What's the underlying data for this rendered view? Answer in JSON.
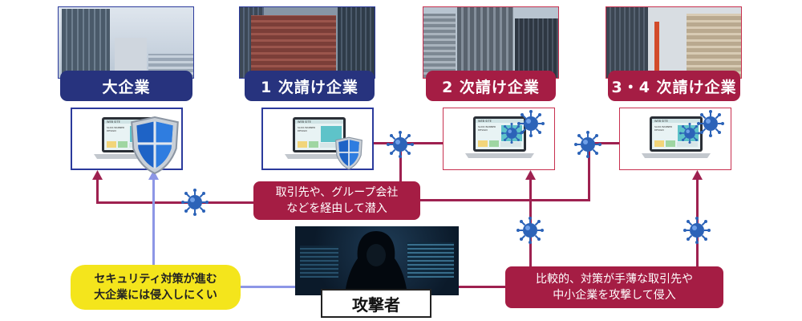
{
  "companies": [
    {
      "label": "大企業",
      "style": "blue",
      "protected": true
    },
    {
      "label": "1 次請け企業",
      "style": "blue",
      "protected": true
    },
    {
      "label": "2 次請け企業",
      "style": "red",
      "protected": false
    },
    {
      "label": "3・4 次請け企業",
      "style": "red",
      "protected": false
    }
  ],
  "laptop_screen": {
    "header": "WEB SITE",
    "line1": "SLICK BANNER",
    "line2": "DESIGN"
  },
  "callouts": {
    "supply_chain": {
      "line1": "取引先や、グループ会社",
      "line2": "などを経由して潜入"
    },
    "weak_targets": {
      "line1": "比較的、対策が手薄な取引先や",
      "line2": "中小企業を攻撃して侵入"
    },
    "large_secure": {
      "line1": "セキュリティ対策が進む",
      "line2": "大企業には侵入しにくい"
    }
  },
  "attacker": {
    "label": "攻撃者"
  },
  "colors": {
    "navy": "#27337e",
    "crimson": "#a51d44",
    "attack_line": "#9e2150",
    "blocked_line": "#8d96e6",
    "note_yellow": "#f4e51c",
    "virus": "#2c63b8"
  },
  "icons": [
    "shield-icon",
    "virus-icon",
    "laptop-icon",
    "hacker-icon"
  ]
}
